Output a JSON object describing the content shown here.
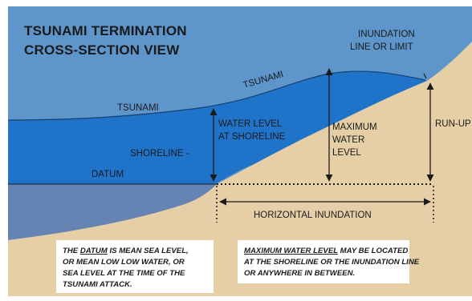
{
  "title": {
    "line1": "TSUNAMI TERMINATION",
    "line2": "CROSS-SECTION VIEW"
  },
  "labels": {
    "inundation_line1": "INUNDATION",
    "inundation_line2": "LINE OR LIMIT",
    "tsunami_upper": "TSUNAMI",
    "tsunami_left": "TSUNAMI",
    "water_level_line1": "WATER LEVEL",
    "water_level_line2": "AT SHORELINE",
    "max_water_line1": "MAXIMUM",
    "max_water_line2": "WATER",
    "max_water_line3": "LEVEL",
    "run_up": "RUN-UP",
    "shoreline": "SHORELINE -",
    "datum": "DATUM",
    "horizontal_inundation": "HORIZONTAL INUNDATION"
  },
  "notes": {
    "left": {
      "line1_key": "DATUM",
      "line1_pre": "THE ",
      "line1_post": " IS MEAN SEA LEVEL,",
      "line2": "OR MEAN LOW LOW WATER, OR",
      "line3": "SEA LEVEL AT THE TIME OF THE",
      "line4": "TSUNAMI ATTACK."
    },
    "right": {
      "line1_key": "MAXIMUM WATER LEVEL",
      "line1_post": "  MAY BE LOCATED",
      "line2": "AT THE SHORELINE OR THE INUNDATION LINE",
      "line3": "OR ANYWHERE IN BETWEEN."
    }
  },
  "colors": {
    "sky": "#5e95cb",
    "tsunami_water": "#1f73c8",
    "sea": "#6584b3",
    "land": "#e6cfa7",
    "text": "#1a1a1a"
  }
}
